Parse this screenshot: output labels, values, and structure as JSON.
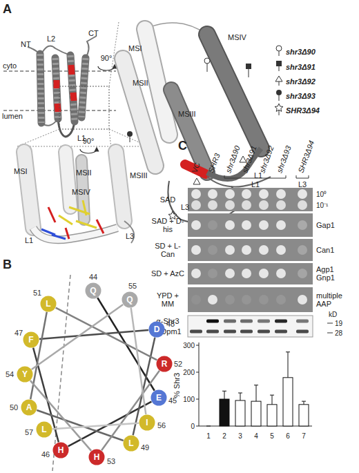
{
  "diagram": {
    "nodes": [
      {
        "text": [
          "L",
          "51"
        ]
      },
      {
        "text": [
          "Q",
          "44"
        ]
      },
      {
        "text": [
          "Q",
          "55"
        ]
      },
      {
        "text": [
          "D",
          "48"
        ]
      },
      {
        "text": [
          "F",
          "47"
        ]
      },
      {
        "text": [
          "R",
          "52"
        ]
      },
      {
        "text": [
          "Y",
          "54"
        ]
      },
      {
        "text": [
          "E",
          "45"
        ]
      },
      {
        "text": [
          "A",
          "50"
        ]
      },
      {
        "text": [
          "I",
          "56"
        ]
      },
      {
        "text": [
          "L",
          "57"
        ]
      },
      {
        "text": [
          "L",
          "49"
        ]
      },
      {
        "text": [
          "H",
          "46"
        ]
      },
      {
        "text": [
          "H",
          "53"
        ]
      }
    ],
    "edges": [
      {
        "from": 1,
        "to": 7,
        "arrow": "none"
      },
      {
        "from": 7,
        "to": 12,
        "arrow": "none"
      },
      {
        "from": 12,
        "to": 4,
        "arrow": "none"
      },
      {
        "from": 4,
        "to": 3,
        "arrow": "none"
      },
      {
        "from": 3,
        "to": 11,
        "arrow": "none"
      },
      {
        "from": 11,
        "to": 8,
        "arrow": "none"
      },
      {
        "from": 8,
        "to": 0,
        "arrow": "none"
      },
      {
        "from": 0,
        "to": 5,
        "arrow": "none"
      },
      {
        "from": 5,
        "to": 13,
        "arrow": "none"
      },
      {
        "from": 13,
        "to": 6,
        "arrow": "none"
      },
      {
        "from": 6,
        "to": 2,
        "arrow": "none"
      },
      {
        "from": 2,
        "to": 9,
        "arrow": "none"
      },
      {
        "from": 9,
        "to": 10,
        "arrow": "none"
      }
    ],
    "labels": [
      "A",
      "NT",
      "L2",
      "CT",
      "cyto",
      "lumen",
      "L1",
      "90°",
      "MSI",
      "MSIV",
      "MSII",
      "MSIII",
      "L1",
      "L3",
      "90°",
      "MSI",
      "MSII",
      "MSIII",
      "MSIV",
      "L1",
      "L3",
      "B",
      "C",
      "VC",
      "SHR3",
      "shr3Δ90",
      "shr3Δ91",
      "shr3Δ92",
      "shr3Δ93",
      "SHR3Δ94",
      "L1",
      "L3",
      "SAD",
      "10⁰",
      "10⁻¹",
      "SAD + D-his",
      "Gap1",
      "SD + L-Can",
      "Can1",
      "SD + AzC",
      "Agp1 Gnp1",
      "YPD + MM",
      "multiple AAP",
      "α-Shr3",
      "kD",
      "19",
      "α-Dpm1",
      "28",
      "300",
      "200",
      "100",
      "0",
      "% Shr3",
      "1",
      "2",
      "3",
      "4",
      "5",
      "6",
      "7"
    ],
    "legend": [
      {
        "text": "shr3Δ90"
      },
      {
        "text": "shr3Δ91"
      },
      {
        "text": "shr3Δ92"
      },
      {
        "text": "shr3Δ93"
      },
      {
        "text": "SHR3Δ94"
      }
    ]
  }
}
